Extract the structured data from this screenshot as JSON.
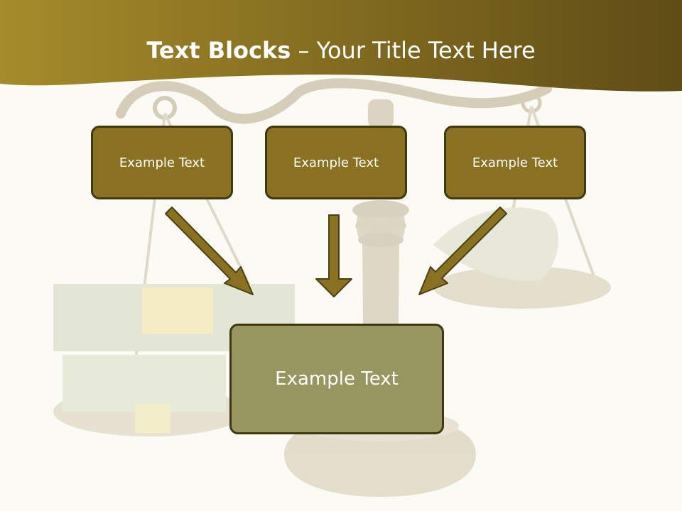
{
  "slide": {
    "title_bold": "Text Blocks",
    "title_separator": " – ",
    "title_rest": "Your Title Text Here",
    "blocks": [
      {
        "label": "Example Text"
      },
      {
        "label": "Example Text"
      },
      {
        "label": "Example Text"
      }
    ],
    "center_block": {
      "label": "Example Text"
    }
  },
  "colors": {
    "header_gradient_start": "#a58b2a",
    "header_gradient_end": "#5f4c16",
    "box_fill": "#8a7121",
    "box_border": "#3f3810",
    "center_box_fill": "#979660",
    "arrow_fill": "#8a7121",
    "background": "#fbfaf4"
  }
}
